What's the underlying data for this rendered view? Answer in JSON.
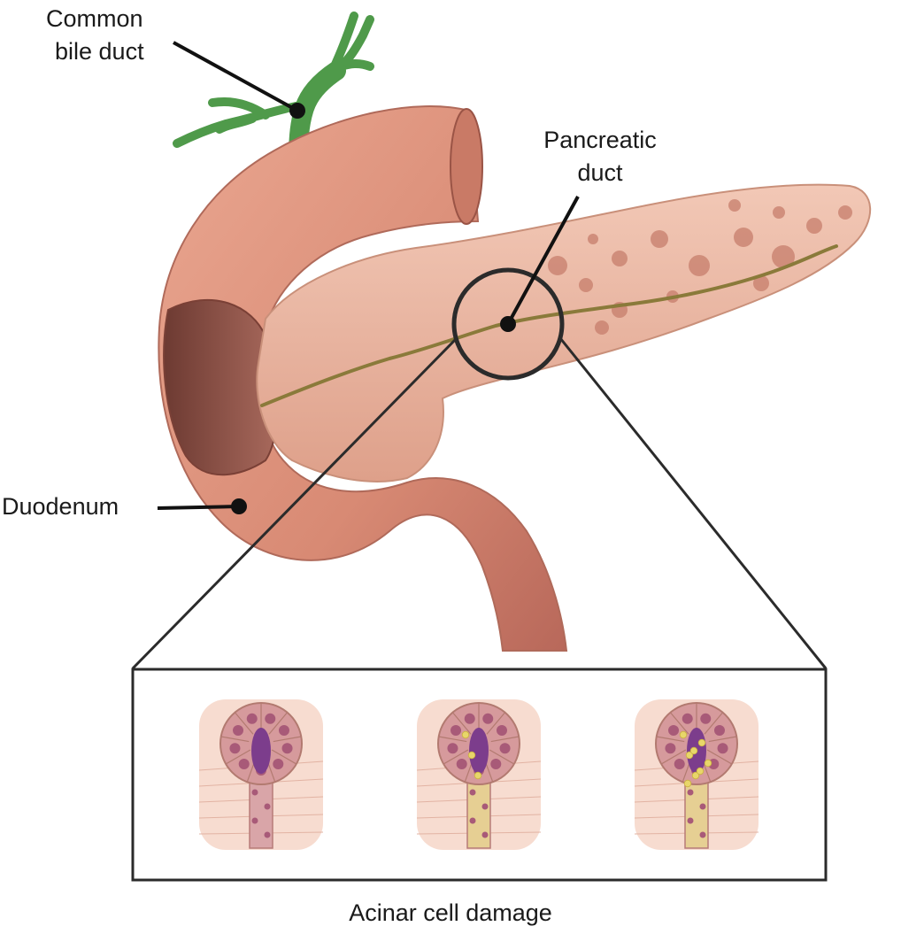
{
  "labels": {
    "common_bile_duct": [
      "Common",
      "bile duct"
    ],
    "pancreatic_duct": [
      "Pancreatic",
      "duct"
    ],
    "duodenum": "Duodenum",
    "acinar_cell_damage": "Acinar cell damage"
  },
  "colors": {
    "background": "#ffffff",
    "bile_duct": "#4f9a4a",
    "duodenum": "#d98d77",
    "duodenum_dark": "#a85a48",
    "duodenum_lumen": "#8a4a3e",
    "pancreas": "#e9b49e",
    "pancreas_spots": "#c77e6c",
    "pancreatic_duct": "#8a7a3a",
    "callout_line": "#2b2b2b",
    "acinus_tissue": "#f6d6c8",
    "acinus_cell": "#d69a9c",
    "acinus_nucleus": "#a85a78",
    "acinus_lumen": "#7c3d8c",
    "acinar_granules": "#e8d66a"
  },
  "acini": [
    {
      "stage": "normal",
      "granules": 0
    },
    {
      "stage": "early_damage",
      "granules": 3
    },
    {
      "stage": "advanced_damage",
      "granules": 8
    }
  ]
}
